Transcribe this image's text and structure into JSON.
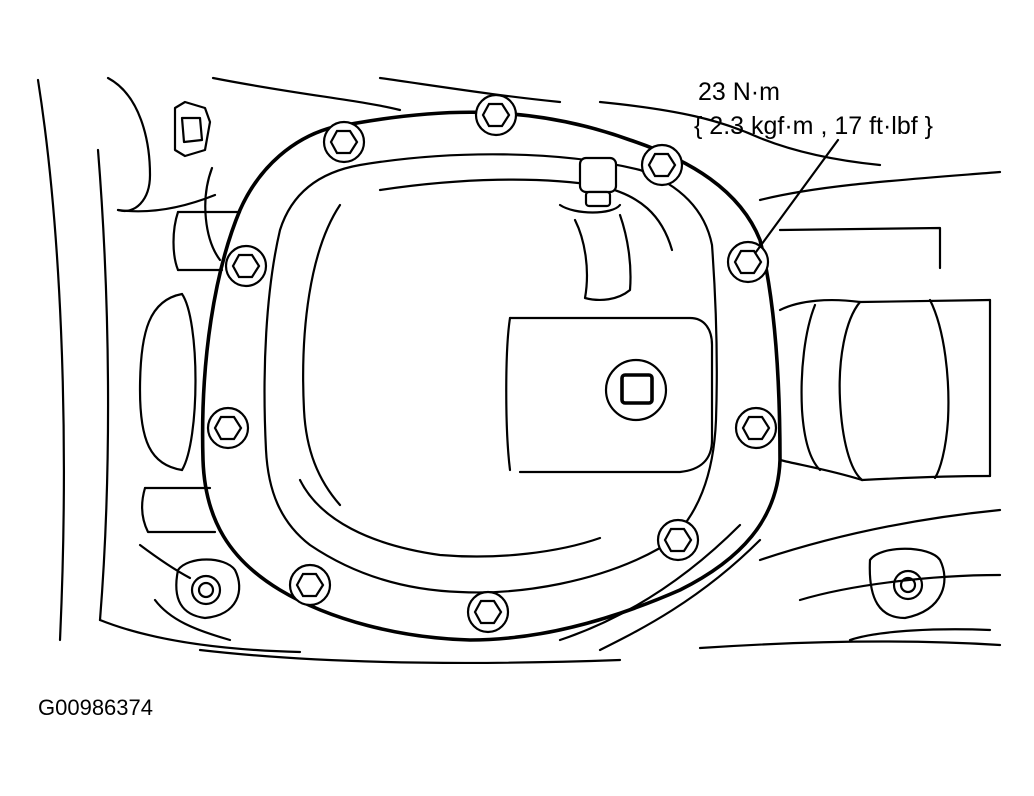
{
  "diagram": {
    "callout": {
      "torque_value": "23 N·m",
      "torque_alt": "{ 2.3 kgf·m , 17 ft·lbf }"
    },
    "figure_id": "G00986374",
    "line_color": "#000000",
    "background_color": "#ffffff",
    "bolt_count": 10,
    "icons": [
      "bolt-icon",
      "drain-plug-icon",
      "breather-vent-icon",
      "mount-bolt-icon"
    ]
  }
}
